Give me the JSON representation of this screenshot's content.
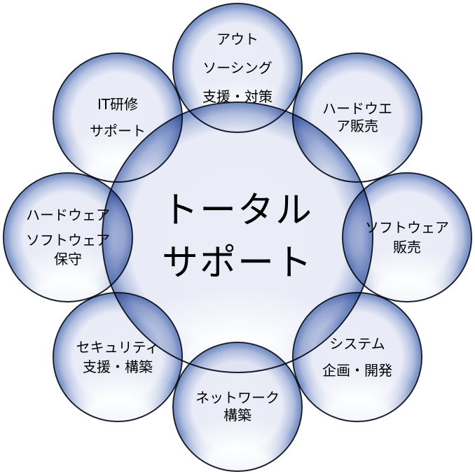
{
  "diagram": {
    "center": {
      "lines": [
        "トータル",
        "サポート"
      ]
    },
    "satellites": [
      {
        "id": "outsourcing-support",
        "position": "top",
        "lines": [
          "アウト",
          "ソーシング",
          "支援・対策"
        ]
      },
      {
        "id": "hardware-sales",
        "position": "top-right",
        "lines": [
          "ハードウエ",
          "ア販売"
        ]
      },
      {
        "id": "software-sales",
        "position": "right",
        "lines": [
          "ソフトウェア",
          "販売"
        ]
      },
      {
        "id": "system-planning-development",
        "position": "bottom-right",
        "lines": [
          "システム",
          "企画・開発"
        ]
      },
      {
        "id": "network-construction",
        "position": "bottom",
        "lines": [
          "ネットワーク",
          "構築"
        ]
      },
      {
        "id": "security-support-construction",
        "position": "bottom-left",
        "lines": [
          "セキュリティ",
          "支援・構築"
        ]
      },
      {
        "id": "hardware-software-maintenance",
        "position": "left",
        "lines": [
          "ハードウェア",
          "ソフトウェア",
          "保守"
        ]
      },
      {
        "id": "it-training-support",
        "position": "top-left",
        "lines": [
          "IT研修",
          "サポート"
        ]
      }
    ]
  },
  "colors": {
    "background": "#ffffff",
    "outline": "#1a2030",
    "rim": "#7b93c7",
    "fill": "#e9ecf7",
    "text": "#000000"
  }
}
